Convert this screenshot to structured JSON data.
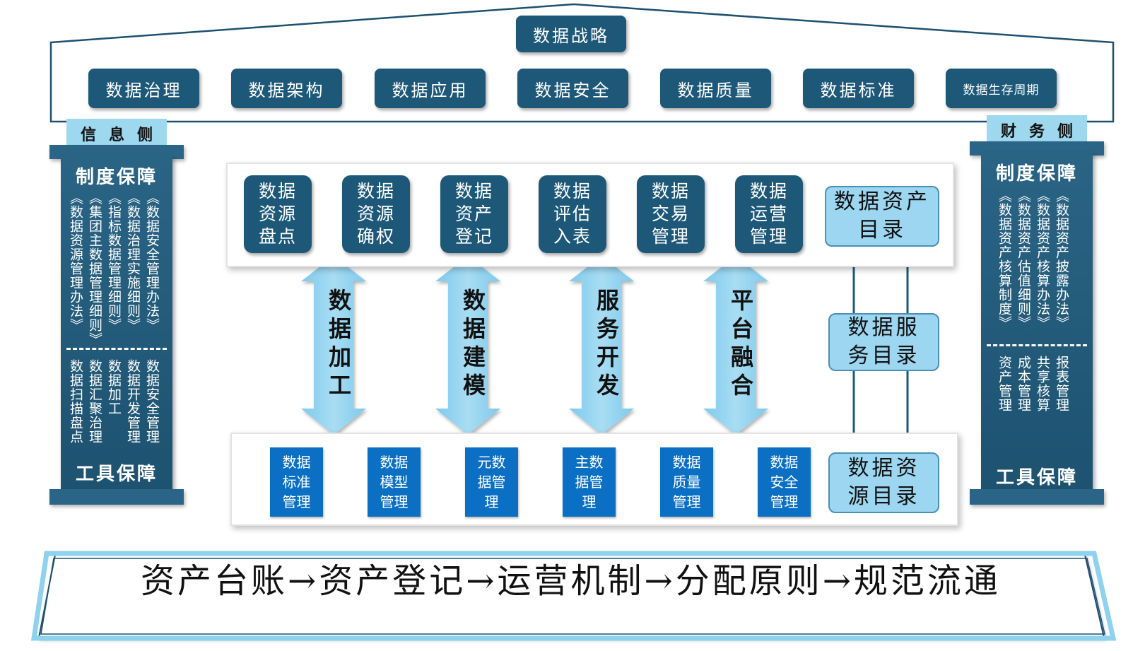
{
  "roof": {
    "strategy": "数据战略",
    "items": [
      "数据治理",
      "数据架构",
      "数据应用",
      "数据安全",
      "数据质量",
      "数据标准",
      "数据生存周期"
    ]
  },
  "left": {
    "side_label": "信息侧",
    "policy_title": "制度保障",
    "policy_columns": [
      "《数据资源管理办法》",
      "《集团主数据管理细则》",
      "《指标数据管理细则》",
      "《数据治理实施细则》",
      "《数据安全管理办法》"
    ],
    "tool_columns": [
      "数据扫描盘点",
      "数据汇聚治理",
      "数据加工",
      "数据开发管理",
      "数据安全管理"
    ],
    "tool_title": "工具保障"
  },
  "right": {
    "side_label": "财务侧",
    "policy_title": "制度保障",
    "policy_columns": [
      "《数据资产核算制度》",
      "《数据资产估值细则》",
      "《数据资产核算办法》",
      "《数据资产披露办法》"
    ],
    "tool_columns": [
      "资产管理",
      "成本管理",
      "共享核算",
      "报表管理"
    ],
    "tool_title": "工具保障"
  },
  "top_tiles": [
    "数据资源盘点",
    "数据资源确权",
    "数据资产登记",
    "数据评估入表",
    "数据交易管理",
    "数据运营管理"
  ],
  "bottom_tiles": [
    "数据标准管理",
    "数据模型管理",
    "元数据管理",
    "主数据管理",
    "数据质量管理",
    "数据安全管理"
  ],
  "arrows": [
    "数据加工",
    "数据建模",
    "服务开发",
    "平台融合"
  ],
  "catalogs": {
    "asset": "数据资产目录",
    "service": "数据服务目录",
    "resource": "数据资源目录"
  },
  "flow": "资产台账→资产登记→运营机制→分配原则→规范流通",
  "colors": {
    "dark_teal": "#1d5878",
    "light_blue": "#9cd6f0",
    "bright_blue": "#0b6fc4",
    "outline": "#1e5070"
  }
}
